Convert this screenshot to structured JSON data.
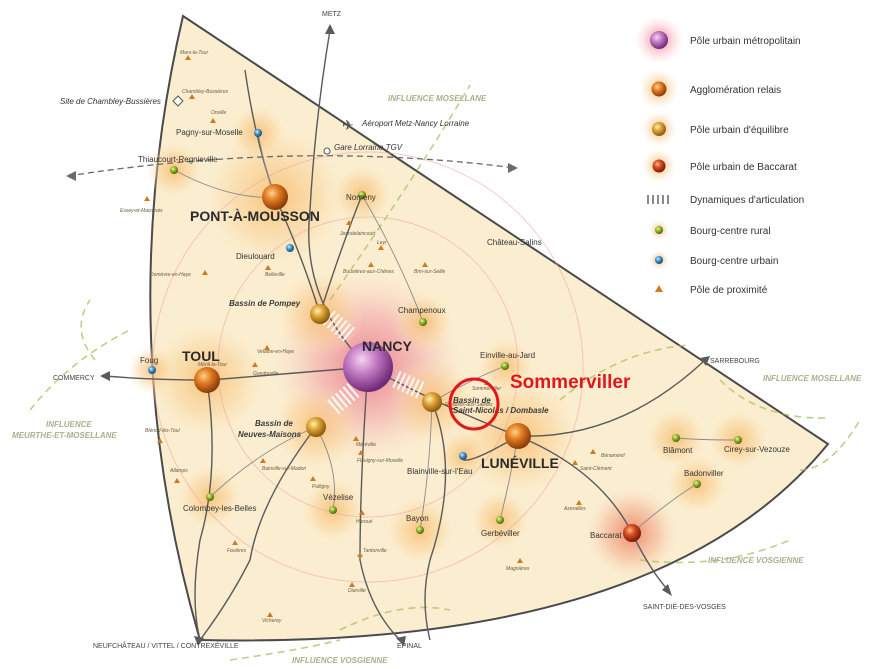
{
  "legend": {
    "items": [
      {
        "label": "Pôle urbain métropolitain",
        "icon": "metropolitan-pole-icon",
        "color": "#b050b0"
      },
      {
        "label": "Agglomération relais",
        "icon": "relay-agglomeration-icon",
        "color": "#d2691e"
      },
      {
        "label": "Pôle urbain d'équilibre",
        "icon": "balance-pole-icon",
        "color": "#d9a030"
      },
      {
        "label": "Pôle urbain de Baccarat",
        "icon": "baccarat-pole-icon",
        "color": "#c84020"
      },
      {
        "label": "Dynamiques d'articulation",
        "icon": "articulation-hatch-icon",
        "color": "#888888"
      },
      {
        "label": "Bourg-centre rural",
        "icon": "rural-center-icon",
        "color": "#8caa28"
      },
      {
        "label": "Bourg-centre urbain",
        "icon": "urban-center-icon",
        "color": "#3a8ec8"
      },
      {
        "label": "Pôle de proximité",
        "icon": "proximity-pole-icon",
        "color": "#d07a20"
      }
    ]
  },
  "annotation": {
    "label": "Sommerviller",
    "color": "#e3161b"
  },
  "places": {
    "nancy": "NANCY",
    "pont_a_mousson": "PONT-À-MOUSSON",
    "toul": "TOUL",
    "luneville": "LUNÉVILLE",
    "bassin_pompey": "Bassin de Pompey",
    "bassin_neuves_1": "Bassin de",
    "bassin_neuves_2": "Neuves-Maisons",
    "bassin_stnicolas_1": "Bassin de",
    "bassin_stnicolas_2": "Saint-Nicolas / Dombasle",
    "baccarat": "Baccarat",
    "pagny": "Pagny-sur-Moselle",
    "thiaucourt": "Thiaucourt-Regnieville",
    "dieulouard": "Dieulouard",
    "nomeny": "Nomeny",
    "champenoux": "Champenoux",
    "einville": "Einville-au-Jard",
    "foug": "Foug",
    "blainville": "Blainville-sur-l'Eau",
    "blamont": "Blâmont",
    "cirey": "Cirey-sur-Vezouze",
    "badonviller": "Badonviller",
    "colombey": "Colombey-les-Belles",
    "vezelise": "Vézelise",
    "bayon": "Bayon",
    "gerbeviller": "Gerbéviller",
    "chateau_salins": "Château-Salins",
    "chambley": "Site de Chambley-Bussières",
    "aeroport": "Aéroport Metz-Nancy Lorraine",
    "gare": "Gare Lorraine TGV"
  },
  "small_places": [
    "Mars-la-Tour",
    "Chambley-Bussières",
    "Onville",
    "Essey-et-Maizerais",
    "Domèvre-en-Haye",
    "Belleville",
    "Jeandelaincourt",
    "Leyr",
    "Bouxières-aux-Chênes",
    "Brin-sur-Seille",
    "Velaine-en-Haye",
    "Gondreville",
    "Ménil-la-Tour",
    "Blénod-lès-Toul",
    "Allamps",
    "Bainville-sur-Madon",
    "Pulligny",
    "Méréville",
    "Flavigny-sur-Moselle",
    "Haroué",
    "Tantonville",
    "Bénaménil",
    "Saint-Clément",
    "Azerailles",
    "Magnières",
    "Favières",
    "Vicherey",
    "Diarville",
    "Rosières-aux-Salines",
    "Sommerviller"
  ],
  "directions": {
    "metz": "METZ",
    "commercy": "COMMERCY",
    "sarrebourg": "SARREBOURG",
    "saint_die": "SAINT-DIÉ-DES-VOSGES",
    "epinal": "EPINAL",
    "neufchateau": "NEUFCHÂTEAU / VITTEL / CONTREXÉVILLE"
  },
  "influences": {
    "mosellane_top": "INFLUENCE MOSELLANE",
    "mosellane_right": "INFLUENCE MOSELLANE",
    "meurthe_1": "INFLUENCE",
    "meurthe_2": "MEURTHE-ET-MOSELLANE",
    "vosgienne_right": "INFLUENCE VOSGIENNE",
    "vosgienne_bottom": "INFLUENCE VOSGIENNE"
  }
}
